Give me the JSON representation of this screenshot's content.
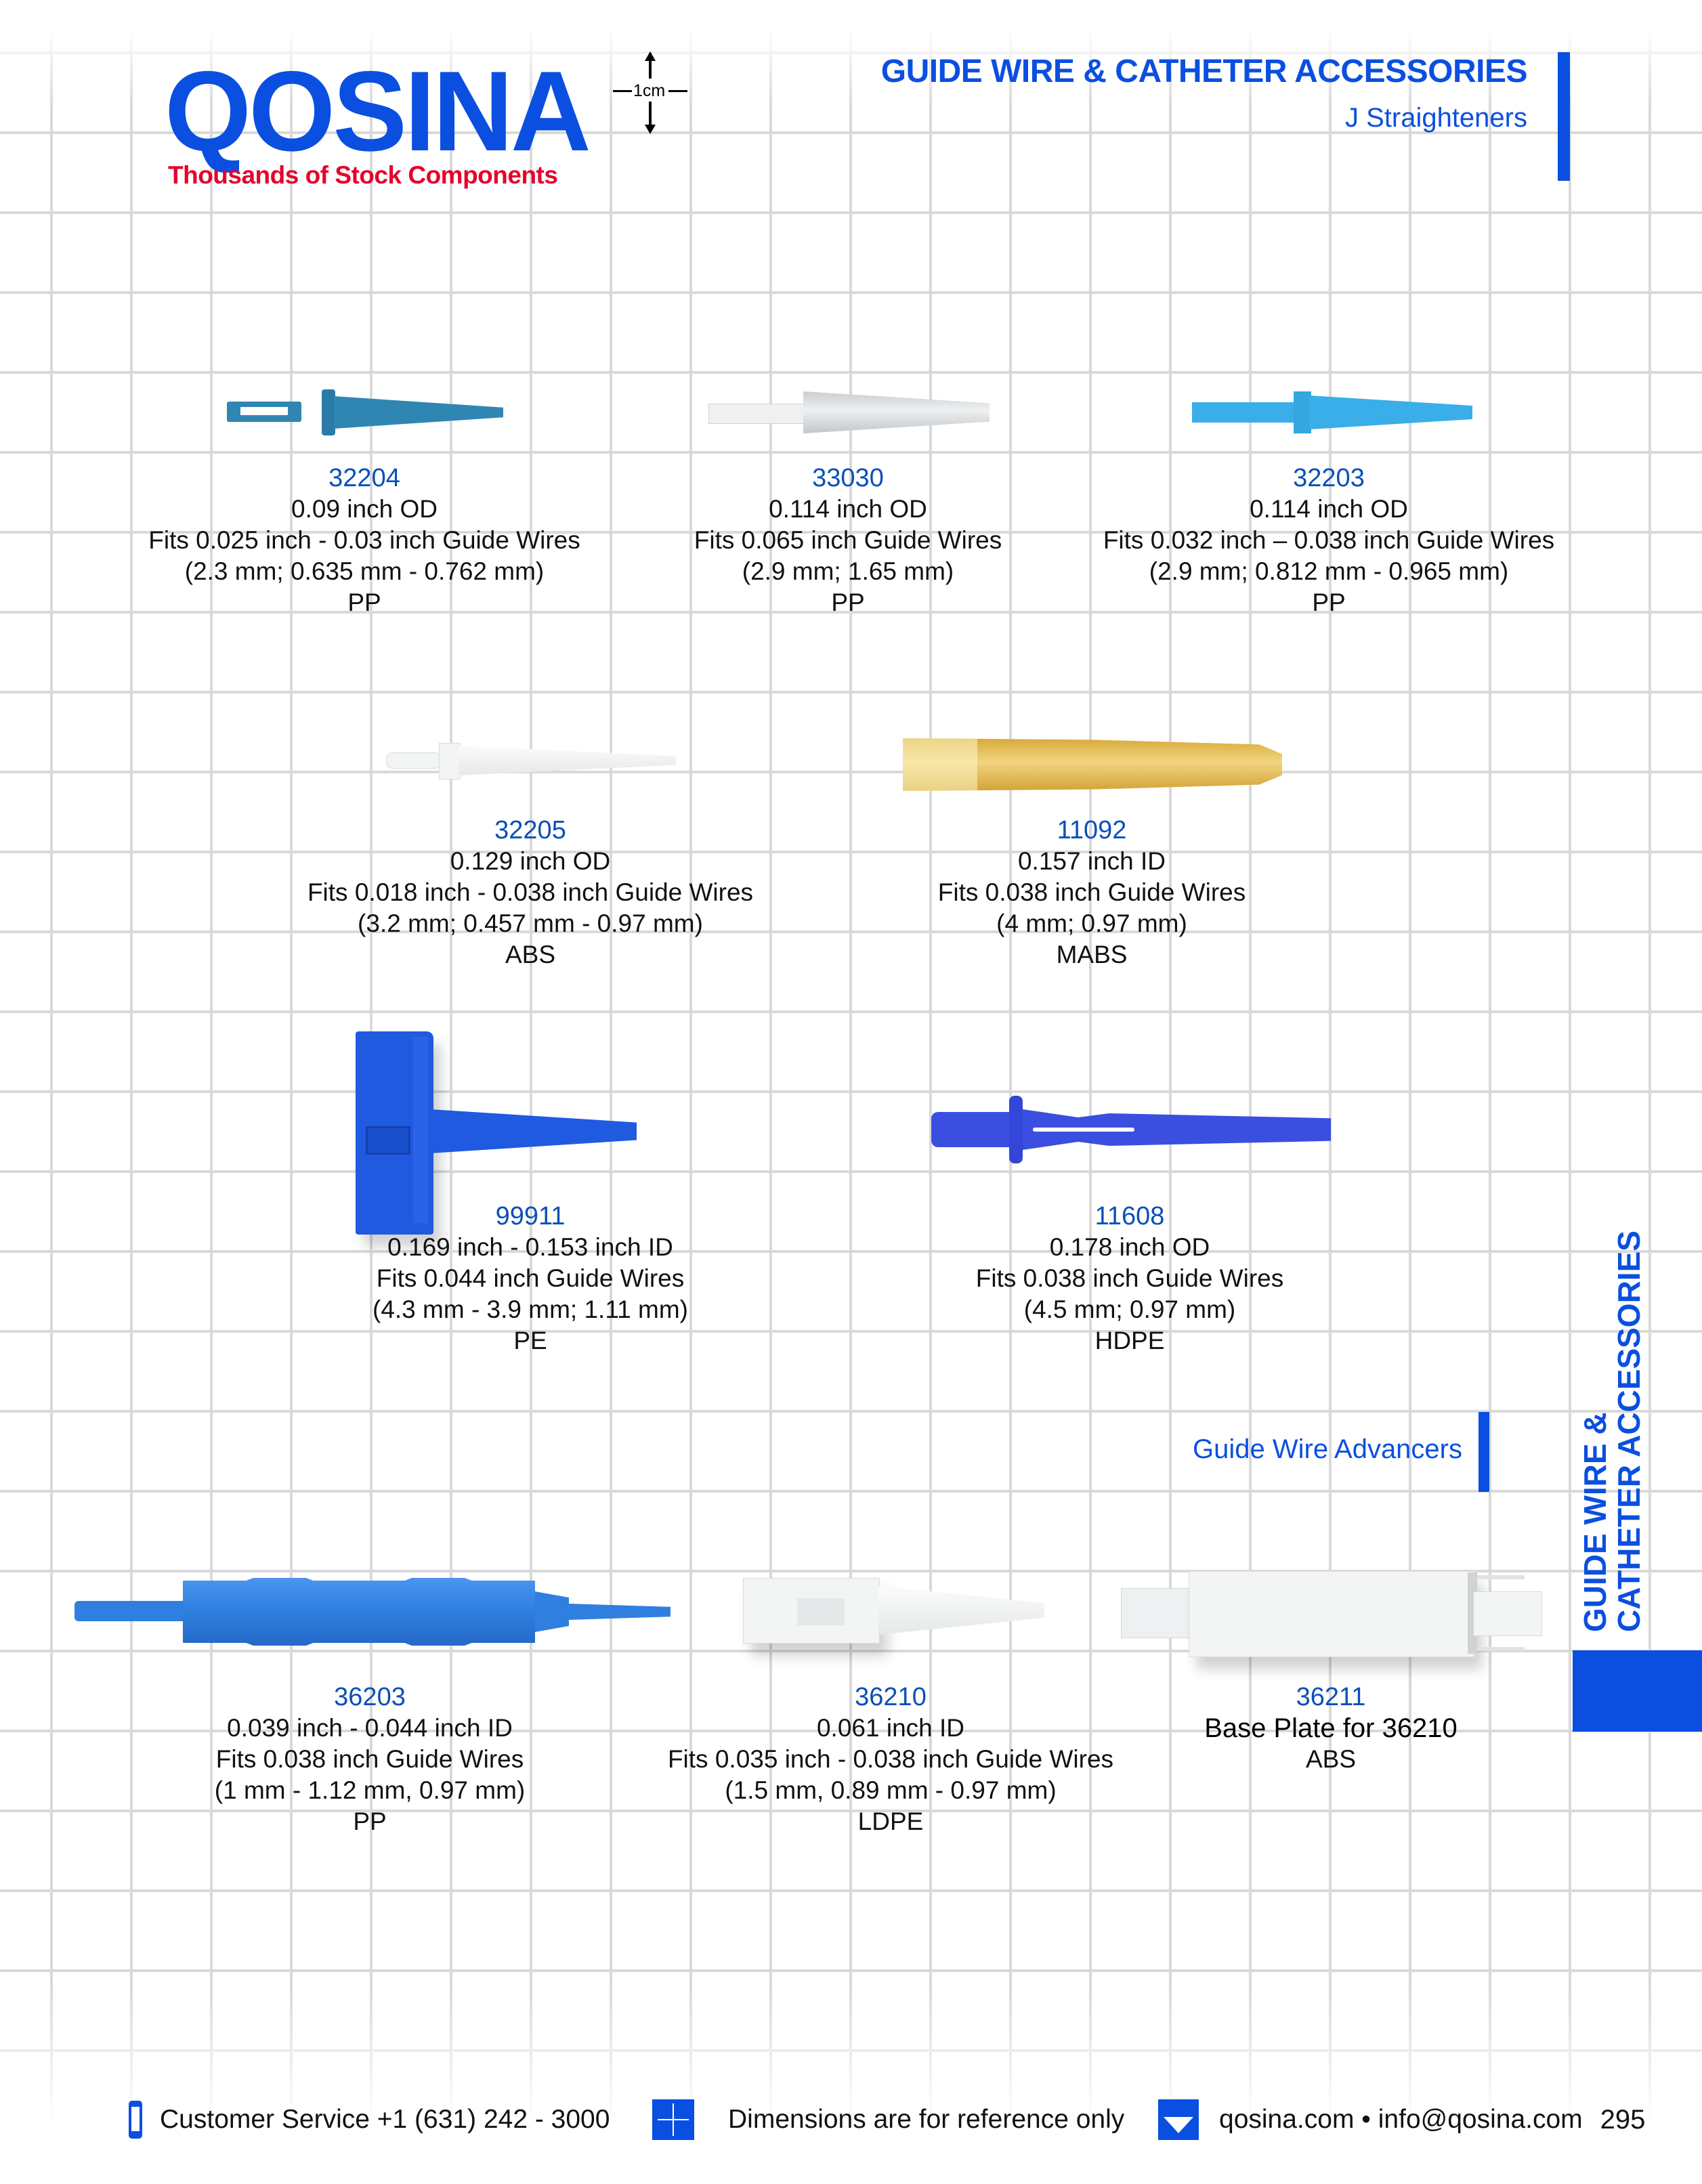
{
  "header": {
    "logo": "QOSINA",
    "tagline": "Thousands of Stock Components",
    "scale_label": "1cm",
    "title": "GUIDE WIRE & CATHETER ACCESSORIES",
    "subtitle": "J Straighteners"
  },
  "colors": {
    "brand_blue": "#0a4fe0",
    "tagline_red": "#e5002b",
    "sku_blue": "#0a4fb8",
    "grid": "#d9d9d9"
  },
  "sections": [
    {
      "title": "J Straighteners",
      "products": [
        {
          "sku": "32204",
          "lines": [
            "0.09 inch OD",
            "Fits 0.025 inch - 0.03 inch Guide Wires",
            "(2.3 mm; 0.635 mm - 0.762 mm)",
            "PP"
          ],
          "color": "#2f86b3"
        },
        {
          "sku": "33030",
          "lines": [
            "0.114 inch OD",
            "Fits 0.065 inch Guide Wires",
            "(2.9 mm; 1.65 mm)",
            "PP"
          ],
          "color": "#d8dde0"
        },
        {
          "sku": "32203",
          "lines": [
            "0.114 inch OD",
            "Fits 0.032 inch – 0.038 inch Guide Wires",
            "(2.9 mm; 0.812 mm - 0.965  mm)",
            "PP"
          ],
          "color": "#3aaee8"
        },
        {
          "sku": "32205",
          "lines": [
            "0.129 inch OD",
            "Fits 0.018 inch - 0.038 inch Guide Wires",
            "(3.2 mm; 0.457 mm - 0.97 mm)",
            "ABS"
          ],
          "color": "#f2f4f4"
        },
        {
          "sku": "11092",
          "lines": [
            "0.157 inch ID",
            "Fits 0.038 inch Guide Wires",
            "(4 mm; 0.97 mm)",
            "MABS"
          ],
          "color": "#e2b84f"
        },
        {
          "sku": "99911",
          "lines": [
            "0.169 inch - 0.153 inch ID",
            "Fits 0.044 inch Guide Wires",
            "(4.3 mm - 3.9 mm; 1.11 mm)",
            "PE"
          ],
          "color": "#1f5ae0"
        },
        {
          "sku": "11608",
          "lines": [
            "0.178 inch OD",
            "Fits 0.038 inch Guide Wires",
            "(4.5 mm; 0.97 mm)",
            "HDPE"
          ],
          "color": "#3a4fe0"
        }
      ]
    },
    {
      "title": "Guide Wire Advancers",
      "products": [
        {
          "sku": "36203",
          "lines": [
            "0.039 inch - 0.044 inch ID",
            "Fits 0.038 inch Guide Wires",
            "(1 mm - 1.12 mm, 0.97 mm)",
            "PP"
          ],
          "color": "#2f7fe0"
        },
        {
          "sku": "36210",
          "lines": [
            "0.061 inch ID",
            "Fits 0.035 inch - 0.038 inch Guide Wires",
            "(1.5 mm, 0.89 mm - 0.97 mm)",
            "LDPE"
          ],
          "color": "#f2f4f4"
        },
        {
          "sku": "36211",
          "lines": [
            "Base Plate for 36210",
            "ABS"
          ],
          "color": "#f2f4f4"
        }
      ]
    }
  ],
  "side_tab": {
    "line1": "GUIDE WIRE &",
    "line2": "CATHETER  ACCESSORIES"
  },
  "footer": {
    "phone_icon": "phone-icon",
    "customer_service": "Customer Service +1 (631) 242 - 3000",
    "dims_icon": "dimensions-arrows-icon",
    "dimensions_note": "Dimensions are for reference only",
    "mail_icon": "envelope-icon",
    "contact": "qosina.com • info@qosina.com",
    "page_number": "295"
  }
}
